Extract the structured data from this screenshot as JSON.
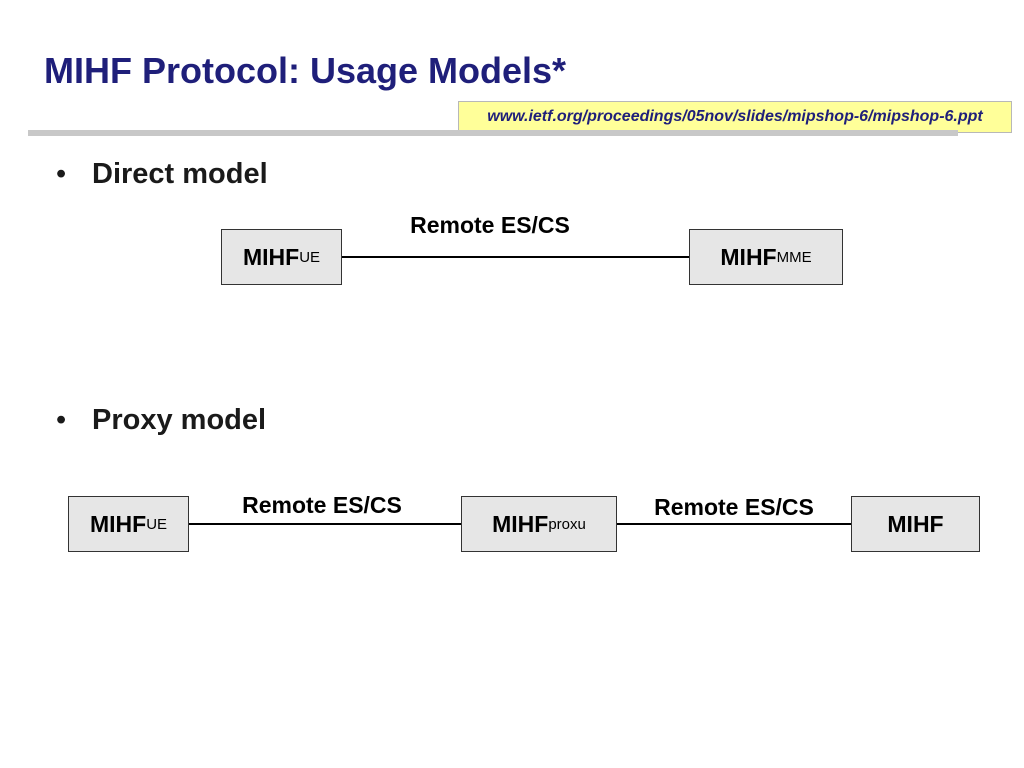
{
  "slide": {
    "title": "MIHF Protocol: Usage Models*",
    "source_link": "www.ietf.org/proceedings/05nov/slides/mipshop-6/mipshop-6.ppt",
    "bullet_symbol": "•"
  },
  "direct_model": {
    "label": "Direct model",
    "nodes": [
      {
        "name": "MIHF",
        "sub": "UE"
      },
      {
        "name": "MIHF",
        "sub": "MME"
      }
    ],
    "links": [
      {
        "label": "Remote ES/CS"
      }
    ]
  },
  "proxy_model": {
    "label": "Proxy model",
    "nodes": [
      {
        "name": "MIHF",
        "sub": "UE"
      },
      {
        "name": "MIHF",
        "sub": "proxu"
      },
      {
        "name": "MIHF",
        "sub": ""
      }
    ],
    "links": [
      {
        "label": "Remote ES/CS"
      },
      {
        "label": "Remote ES/CS"
      }
    ]
  }
}
